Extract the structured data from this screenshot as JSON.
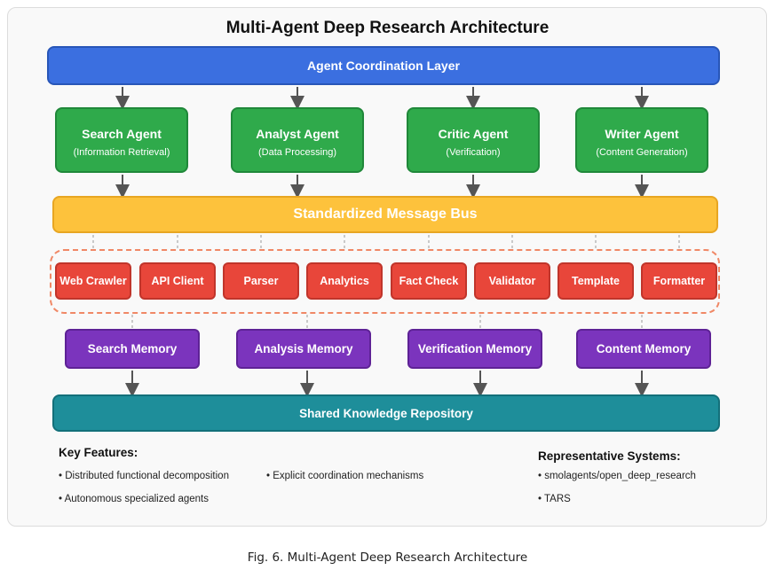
{
  "title": "Multi-Agent Deep Research Architecture",
  "coordination_layer": "Agent Coordination Layer",
  "agents": [
    {
      "name": "Search Agent",
      "sub": "(Information Retrieval)"
    },
    {
      "name": "Analyst Agent",
      "sub": "(Data Processing)"
    },
    {
      "name": "Critic Agent",
      "sub": "(Verification)"
    },
    {
      "name": "Writer Agent",
      "sub": "(Content Generation)"
    }
  ],
  "message_bus": "Standardized Message Bus",
  "tools": [
    "Web Crawler",
    "API Client",
    "Parser",
    "Analytics",
    "Fact Check",
    "Validator",
    "Template",
    "Formatter"
  ],
  "memories": [
    "Search Memory",
    "Analysis Memory",
    "Verification Memory",
    "Content Memory"
  ],
  "repository": "Shared Knowledge Repository",
  "key_features": {
    "heading": "Key Features:",
    "items": [
      "• Distributed functional decomposition",
      "• Explicit coordination mechanisms",
      "• Autonomous specialized agents"
    ]
  },
  "representative_systems": {
    "heading": "Representative Systems:",
    "items": [
      "• smolagents/open_deep_research",
      "• TARS"
    ]
  },
  "caption": "Fig. 6.  Multi-Agent Deep Research Architecture",
  "colors": {
    "coordination": "#3b6fe0",
    "agent": "#2faa4b",
    "bus": "#fdc23c",
    "tool": "#e8463a",
    "memory": "#7b34bd",
    "repository": "#1e8e9a"
  }
}
